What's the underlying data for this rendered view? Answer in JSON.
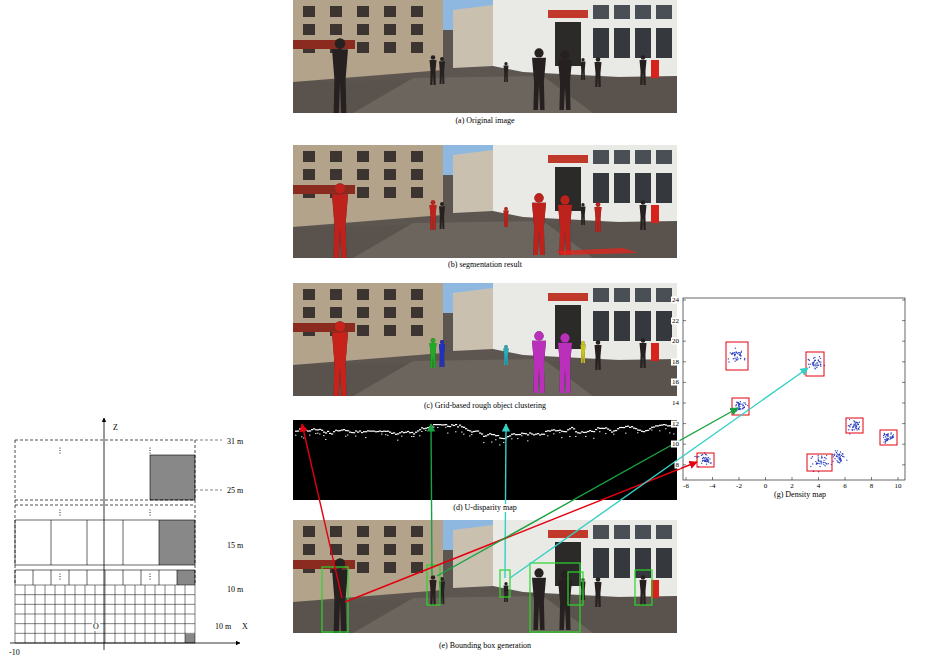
{
  "diagram": {
    "labels": [
      "Z",
      "31 m",
      "25 m",
      "15 m",
      "10 m",
      "-10",
      "O",
      "10 m",
      "X",
      "(a) Original image",
      "(b) segmentation result",
      "(c) Grid-based rough object clustering",
      "(d) U-disparity map",
      "(e) Bounding box generation",
      "(g) Density map",
      "24",
      "22",
      "20",
      "18",
      "16",
      "14",
      "12",
      "10",
      "8",
      "-6",
      "-4",
      "-2",
      "0",
      "2",
      "4",
      "6",
      "8",
      "10"
    ]
  }
}
